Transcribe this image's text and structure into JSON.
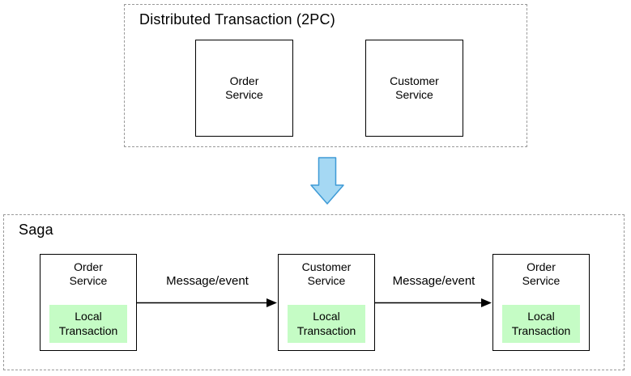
{
  "colors": {
    "background": "#ffffff",
    "text": "#000000",
    "group_border": "#999999",
    "box_border": "#000000",
    "local_transaction_bg": "#c5fcc5",
    "down_arrow_fill": "#a5d8f3",
    "down_arrow_stroke": "#3e9ad6",
    "message_arrow": "#000000"
  },
  "two_pc": {
    "title": "Distributed Transaction (2PC)",
    "boxes": [
      {
        "label": "Order\nService"
      },
      {
        "label": "Customer\nService"
      }
    ]
  },
  "transform_arrow": {
    "icon": "down-arrow-icon"
  },
  "saga": {
    "title": "Saga",
    "boxes": [
      {
        "label": "Order\nService",
        "sub_label": "Local\nTransaction"
      },
      {
        "label": "Customer\nService",
        "sub_label": "Local\nTransaction"
      },
      {
        "label": "Order\nService",
        "sub_label": "Local\nTransaction"
      }
    ],
    "arrows": [
      {
        "label": "Message/event"
      },
      {
        "label": "Message/event"
      }
    ]
  }
}
